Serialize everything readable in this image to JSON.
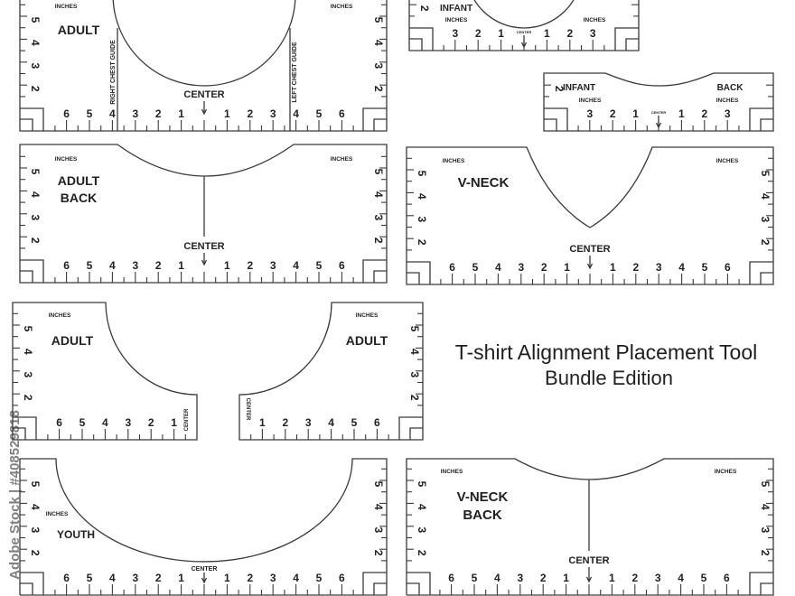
{
  "title": {
    "main": "T-shirt Alignment Placement Tool",
    "subtitle": "Bundle Edition"
  },
  "colors": {
    "line": "#3a3a3a",
    "subtitle": "#b0353a",
    "text": "#222222"
  },
  "watermark": "Adobe Stock | #408529818",
  "rulers": [
    {
      "id": "adult-front",
      "labels": [
        "ADULT"
      ],
      "units": [
        "INCHES",
        "INCHES"
      ],
      "center": "CENTER",
      "guides": [
        "RIGHT CHEST GUIDE",
        "LEFT CHEST GUIDE"
      ],
      "bottom_left": [
        "1",
        "2",
        "3",
        "4",
        "5",
        "6"
      ],
      "bottom_right": [
        "1",
        "2",
        "3",
        "4",
        "5",
        "6"
      ],
      "side_left": [
        "2",
        "3",
        "4",
        "5"
      ],
      "side_right": [
        "2",
        "3",
        "4",
        "5"
      ]
    },
    {
      "id": "adult-back",
      "labels": [
        "ADULT",
        "BACK"
      ],
      "units": [
        "INCHES",
        "INCHES"
      ],
      "center": "CENTER",
      "bottom_left": [
        "1",
        "2",
        "3",
        "4",
        "5",
        "6"
      ],
      "bottom_right": [
        "1",
        "2",
        "3",
        "4",
        "5",
        "6"
      ],
      "side_left": [
        "2",
        "3",
        "4",
        "5"
      ],
      "side_right": [
        "2",
        "3",
        "4",
        "5"
      ]
    },
    {
      "id": "infant-front",
      "labels": [
        "INFANT"
      ],
      "units": [
        "INCHES",
        "INCHES"
      ],
      "center": "CENTER",
      "bottom_left": [
        "1",
        "2",
        "3"
      ],
      "bottom_right": [
        "1",
        "2",
        "3"
      ],
      "side_left": [
        "2"
      ],
      "side_right": []
    },
    {
      "id": "infant-back",
      "labels": [
        "INFANT",
        "BACK"
      ],
      "units": [
        "INCHES",
        "INCHES"
      ],
      "center": "CENTER",
      "bottom_left": [
        "1",
        "2",
        "3"
      ],
      "bottom_right": [
        "1",
        "2",
        "3"
      ],
      "side_left": [
        "2"
      ],
      "side_right": []
    },
    {
      "id": "v-neck",
      "labels": [
        "V-NECK"
      ],
      "units": [
        "INCHES",
        "INCHES"
      ],
      "center": "CENTER",
      "bottom_left": [
        "1",
        "2",
        "3",
        "4",
        "5",
        "6"
      ],
      "bottom_right": [
        "1",
        "2",
        "3",
        "4",
        "5",
        "6"
      ],
      "side_left": [
        "2",
        "3",
        "4",
        "5"
      ],
      "side_right": [
        "2",
        "3",
        "4",
        "5"
      ]
    },
    {
      "id": "adult-shoulder-left",
      "labels": [
        "ADULT"
      ],
      "units": [
        "INCHES"
      ],
      "center": "CENTER",
      "bottom_left": [
        "1",
        "2",
        "3",
        "4",
        "5",
        "6"
      ],
      "bottom_right": [],
      "side_left": [
        "2",
        "3",
        "4",
        "5"
      ],
      "side_right": []
    },
    {
      "id": "adult-shoulder-right",
      "labels": [
        "ADULT"
      ],
      "units": [
        "INCHES"
      ],
      "center": "CENTER",
      "bottom_left": [],
      "bottom_right": [
        "1",
        "2",
        "3",
        "4",
        "5",
        "6"
      ],
      "side_left": [],
      "side_right": [
        "2",
        "3",
        "4",
        "5"
      ]
    },
    {
      "id": "youth",
      "labels": [
        "YOUTH"
      ],
      "units": [
        "INCHES"
      ],
      "center": "CENTER",
      "bottom_left": [
        "1",
        "2",
        "3",
        "4",
        "5",
        "6"
      ],
      "bottom_right": [
        "1",
        "2",
        "3",
        "4",
        "5",
        "6"
      ],
      "side_left": [
        "2",
        "3",
        "4",
        "5"
      ],
      "side_right": [
        "2",
        "3",
        "4",
        "5"
      ]
    },
    {
      "id": "v-neck-back",
      "labels": [
        "V-NECK",
        "BACK"
      ],
      "units": [
        "INCHES",
        "INCHES"
      ],
      "center": "CENTER",
      "bottom_left": [
        "1",
        "2",
        "3",
        "4",
        "5",
        "6"
      ],
      "bottom_right": [
        "1",
        "2",
        "3",
        "4",
        "5",
        "6"
      ],
      "side_left": [
        "2",
        "3",
        "4",
        "5"
      ],
      "side_right": [
        "2",
        "3",
        "4",
        "5"
      ]
    }
  ]
}
